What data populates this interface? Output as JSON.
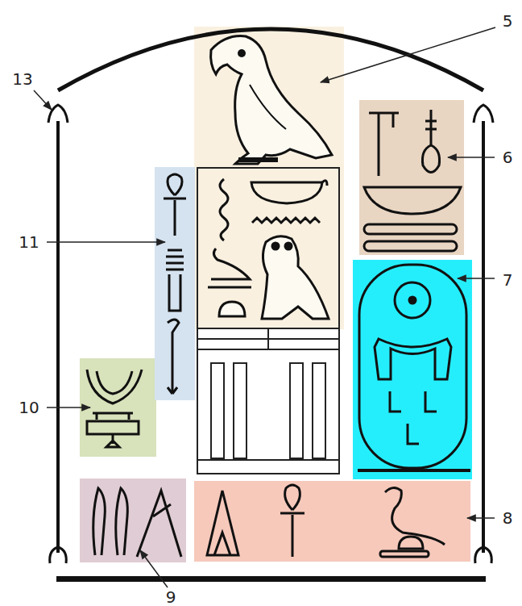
{
  "diagram": {
    "labels": [
      "5",
      "6",
      "7",
      "8",
      "9",
      "10",
      "11",
      "13"
    ]
  }
}
